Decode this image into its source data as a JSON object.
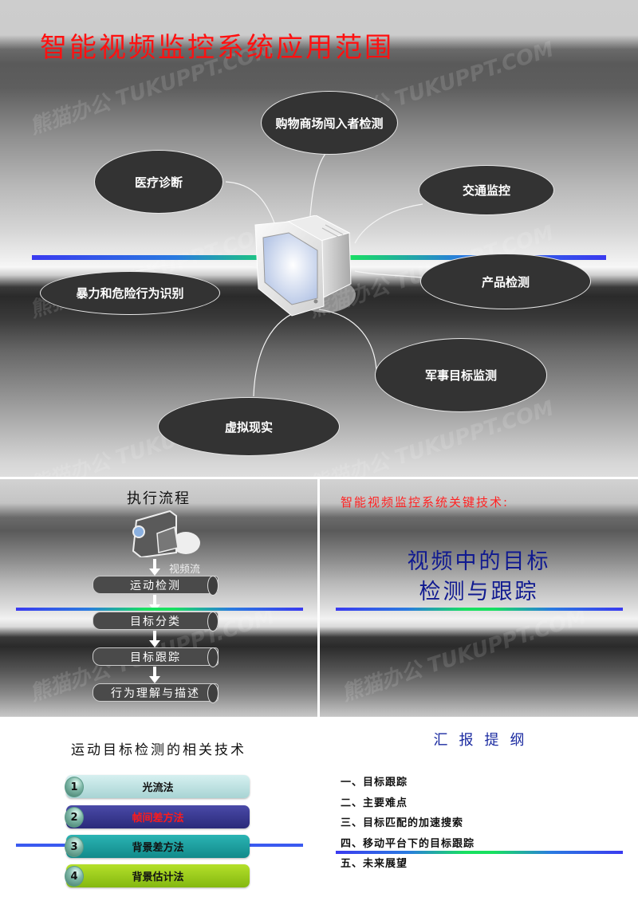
{
  "slide1": {
    "title": "智能视频监控系统应用范围",
    "title_color": "#ff1111",
    "center_icon": "computer-monitor-icon",
    "applications": [
      {
        "label": "购物商场闯入者检测"
      },
      {
        "label": "医疗诊断"
      },
      {
        "label": "交通监控"
      },
      {
        "label": "暴力和危险行为识别"
      },
      {
        "label": "产品检测"
      },
      {
        "label": "军事目标监测"
      },
      {
        "label": "虚拟现实"
      }
    ]
  },
  "slide2": {
    "title": "执行流程",
    "source_icon": "video-camera-icon",
    "stream_label": "视频流",
    "steps": [
      {
        "label": "运动检测"
      },
      {
        "label": "目标分类"
      },
      {
        "label": "目标跟踪"
      },
      {
        "label": "行为理解与描述"
      }
    ]
  },
  "slide3": {
    "subtitle": "智能视频监控系统关键技术:",
    "subtitle_color": "#ff2222",
    "headline_line1": "视频中的目标",
    "headline_line2": "检测与跟踪",
    "headline_color": "#101a90"
  },
  "slide4": {
    "title": "运动目标检测的相关技术",
    "methods": [
      {
        "num": "1",
        "label": "光流法",
        "bg": "#bfe3e3",
        "text_color": "#111111"
      },
      {
        "num": "2",
        "label": "帧间差方法",
        "bg": "#34348c",
        "text_color": "#ff1a1a"
      },
      {
        "num": "3",
        "label": "背景差方法",
        "bg": "#1a9a9a",
        "text_color": "#111111"
      },
      {
        "num": "4",
        "label": "背景估计法",
        "bg": "#9ccc1a",
        "text_color": "#111111"
      }
    ]
  },
  "slide5": {
    "title": "汇报提纲",
    "items": [
      {
        "label": "一、目标跟踪"
      },
      {
        "label": "二、主要难点"
      },
      {
        "label": "三、目标匹配的加速搜索"
      },
      {
        "label": "四、移动平台下的目标跟踪"
      },
      {
        "label": "五、未来展望"
      }
    ]
  },
  "watermark": {
    "text": "熊猫办公 TUKUPPT.COM"
  }
}
